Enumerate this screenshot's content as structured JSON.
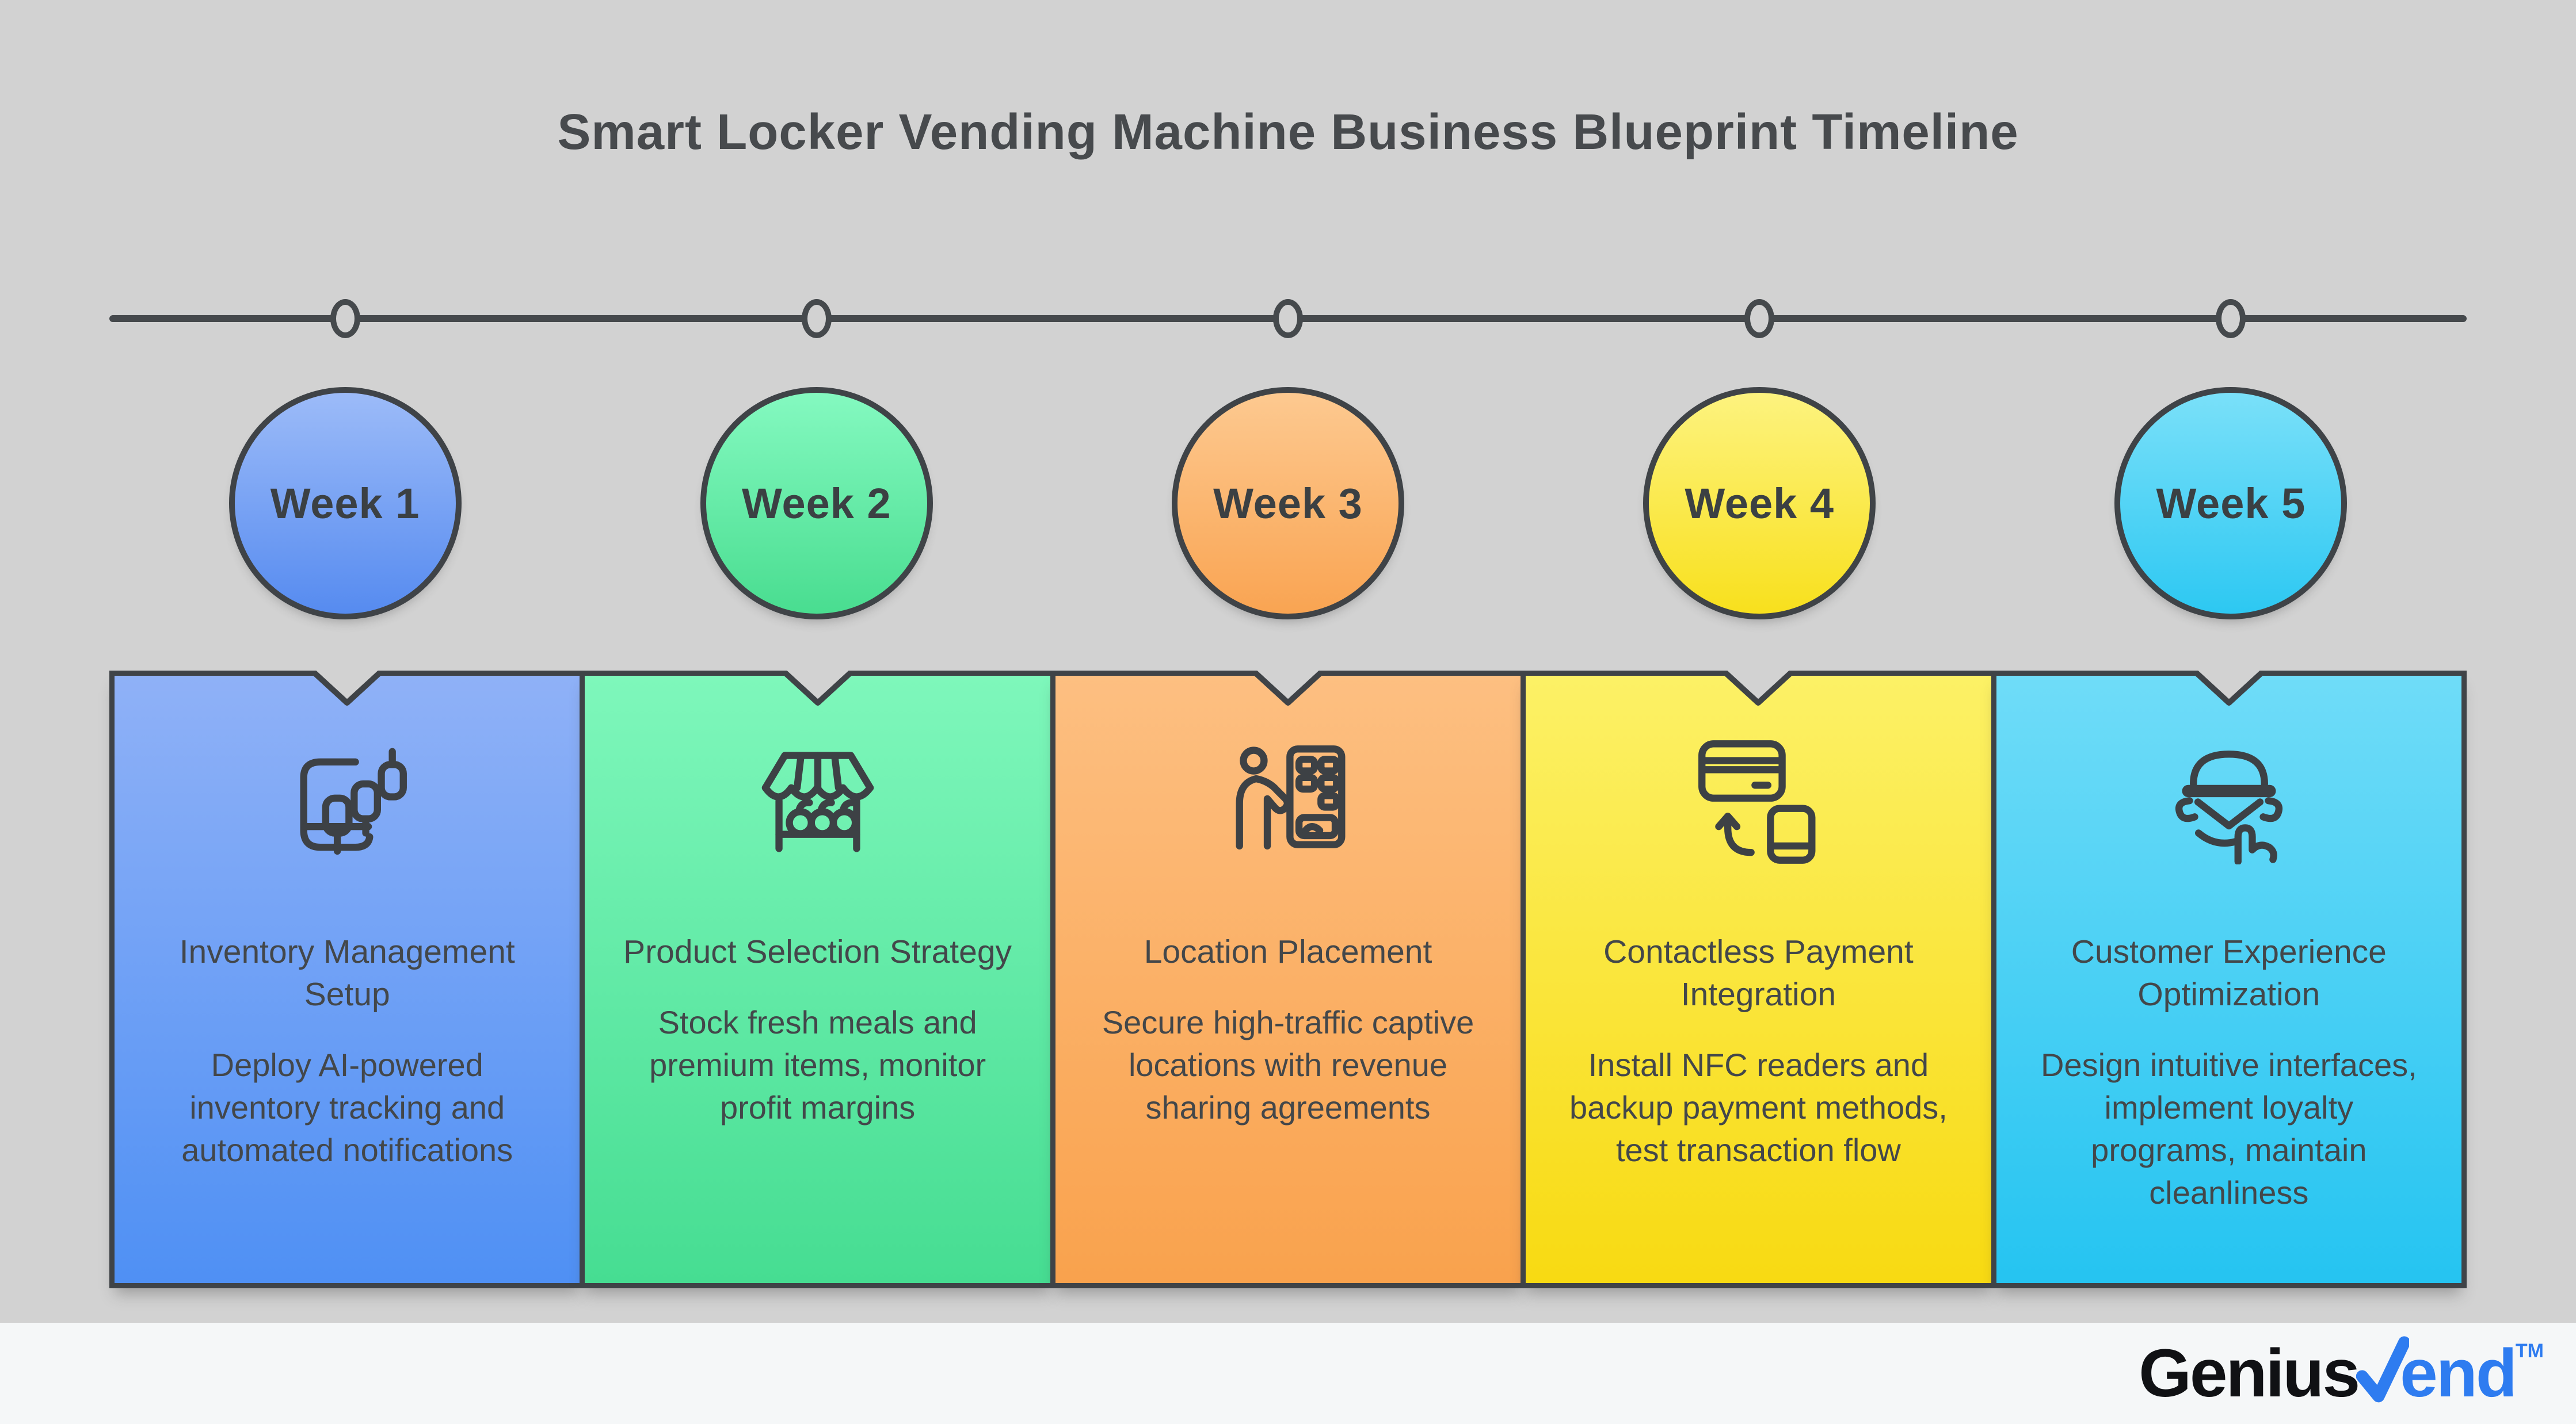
{
  "page": {
    "background": "#d2d2d2",
    "footer_background": "#f5f7f8",
    "outline_color": "#3f4347"
  },
  "title": "Smart Locker Vending Machine Business Blueprint Timeline",
  "timeline": {
    "line_color": "#45494c",
    "marker_fill": "#d2d2d2",
    "marker_stroke": "#45494c"
  },
  "weeks": [
    {
      "label": "Week 1",
      "card_title": "Inventory Management Setup",
      "card_body": "Deploy AI-powered inventory tracking and automated notifications",
      "icon": "phone-candlestick-chart-icon",
      "circle_gradient": [
        "#9cbbf8",
        "#568bf0"
      ],
      "card_gradient": [
        "#8fb1f7",
        "#4f90f4"
      ]
    },
    {
      "label": "Week 2",
      "card_title": "Product Selection Strategy",
      "card_body": "Stock fresh meals and premium items, monitor profit margins",
      "icon": "market-stall-icon",
      "circle_gradient": [
        "#84f9c0",
        "#49dd90"
      ],
      "card_gradient": [
        "#7ef7bb",
        "#46dd92"
      ]
    },
    {
      "label": "Week 3",
      "card_title": "Location Placement",
      "card_body": "Secure high-traffic captive locations with revenue sharing agreements",
      "icon": "person-vending-machine-icon",
      "circle_gradient": [
        "#fdc990",
        "#f9a452"
      ],
      "card_gradient": [
        "#fdbf81",
        "#f9a24d"
      ]
    },
    {
      "label": "Week 4",
      "card_title": "Contactless Payment Integration",
      "card_body": "Install NFC readers and backup payment methods, test transaction flow",
      "icon": "card-to-phone-payment-icon",
      "circle_gradient": [
        "#fdf37f",
        "#f8e01d"
      ],
      "card_gradient": [
        "#fcf166",
        "#f8da12"
      ]
    },
    {
      "label": "Week 5",
      "card_title": "Customer Experience Optimization",
      "card_body": "Design intuitive interfaces, implement loyalty programs, maintain cleanliness",
      "icon": "burger-in-hand-icon",
      "circle_gradient": [
        "#7ae0f9",
        "#2dc8f2"
      ],
      "card_gradient": [
        "#6fdcf8",
        "#25c4f1"
      ]
    }
  ],
  "brand": {
    "prefix": "Genius",
    "suffix": "end",
    "trademark": "TM",
    "prefix_color": "#101114",
    "suffix_color": "#2e7cf0",
    "check_color": "#2e7cf0"
  }
}
